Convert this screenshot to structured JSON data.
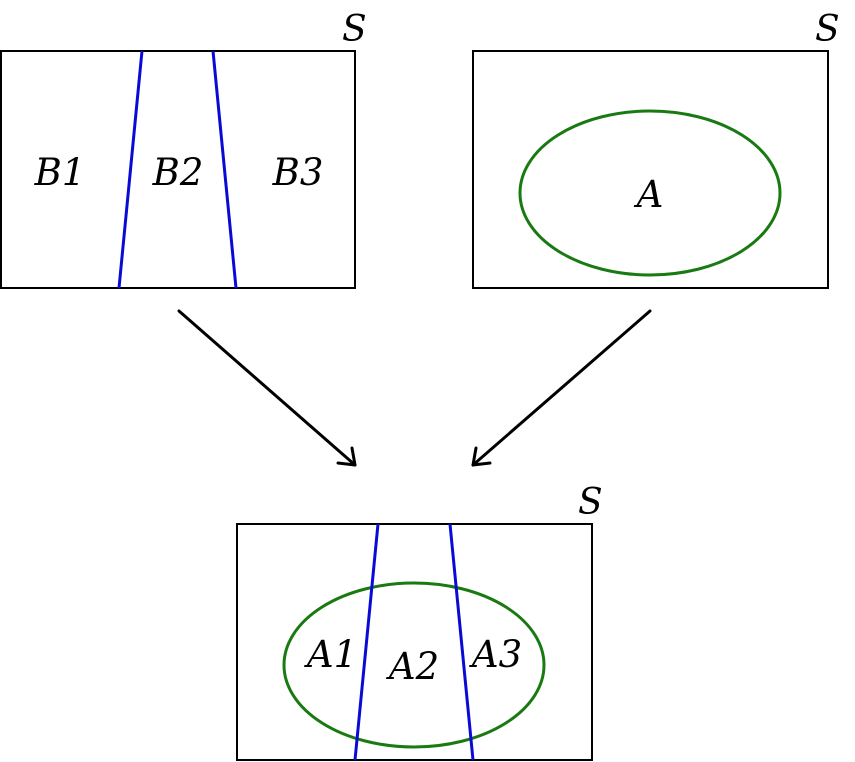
{
  "colors": {
    "partition_lines": "#0a0ad6",
    "event_ellipse": "#1a7a12",
    "outline": "#000000",
    "background": "#ffffff"
  },
  "top_left_panel": {
    "sample_space_label": "S",
    "region_labels": [
      "B1",
      "B2",
      "B3"
    ]
  },
  "top_right_panel": {
    "sample_space_label": "S",
    "event_label": "A"
  },
  "bottom_panel": {
    "sample_space_label": "S",
    "region_labels": [
      "A1",
      "A2",
      "A3"
    ]
  }
}
